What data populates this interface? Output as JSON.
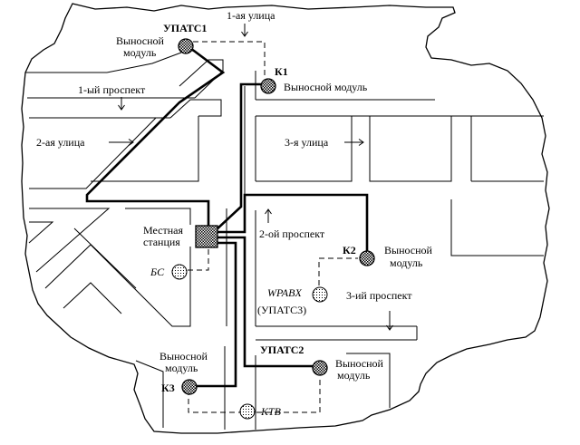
{
  "streets": {
    "street1": "1-ая улица",
    "street2": "2-ая улица",
    "street3": "3-я улица",
    "avenue1": "1-ый проспект",
    "avenue2": "2-ой проспект",
    "avenue3": "3-ий проспект"
  },
  "nodes": {
    "upats1": {
      "name": "УПАТС1",
      "caption_line1": "Выносной",
      "caption_line2": "модуль"
    },
    "k1": {
      "name": "К1",
      "caption": "Выносной модуль"
    },
    "k2": {
      "name": "К2",
      "caption_line1": "Выносной",
      "caption_line2": "модуль"
    },
    "upats2": {
      "name": "УПАТС2",
      "caption_line1": "Выносной",
      "caption_line2": "модуль"
    },
    "k3": {
      "name": "К3",
      "caption_line1": "Выносной",
      "caption_line2": "модуль"
    },
    "station": {
      "caption_line1": "Местная",
      "caption_line2": "станция"
    },
    "bs": {
      "name": "БС"
    },
    "wpabx": {
      "name": "WPABX",
      "caption": "(УПАТС3)"
    },
    "ktv": {
      "name": "КТВ"
    }
  }
}
